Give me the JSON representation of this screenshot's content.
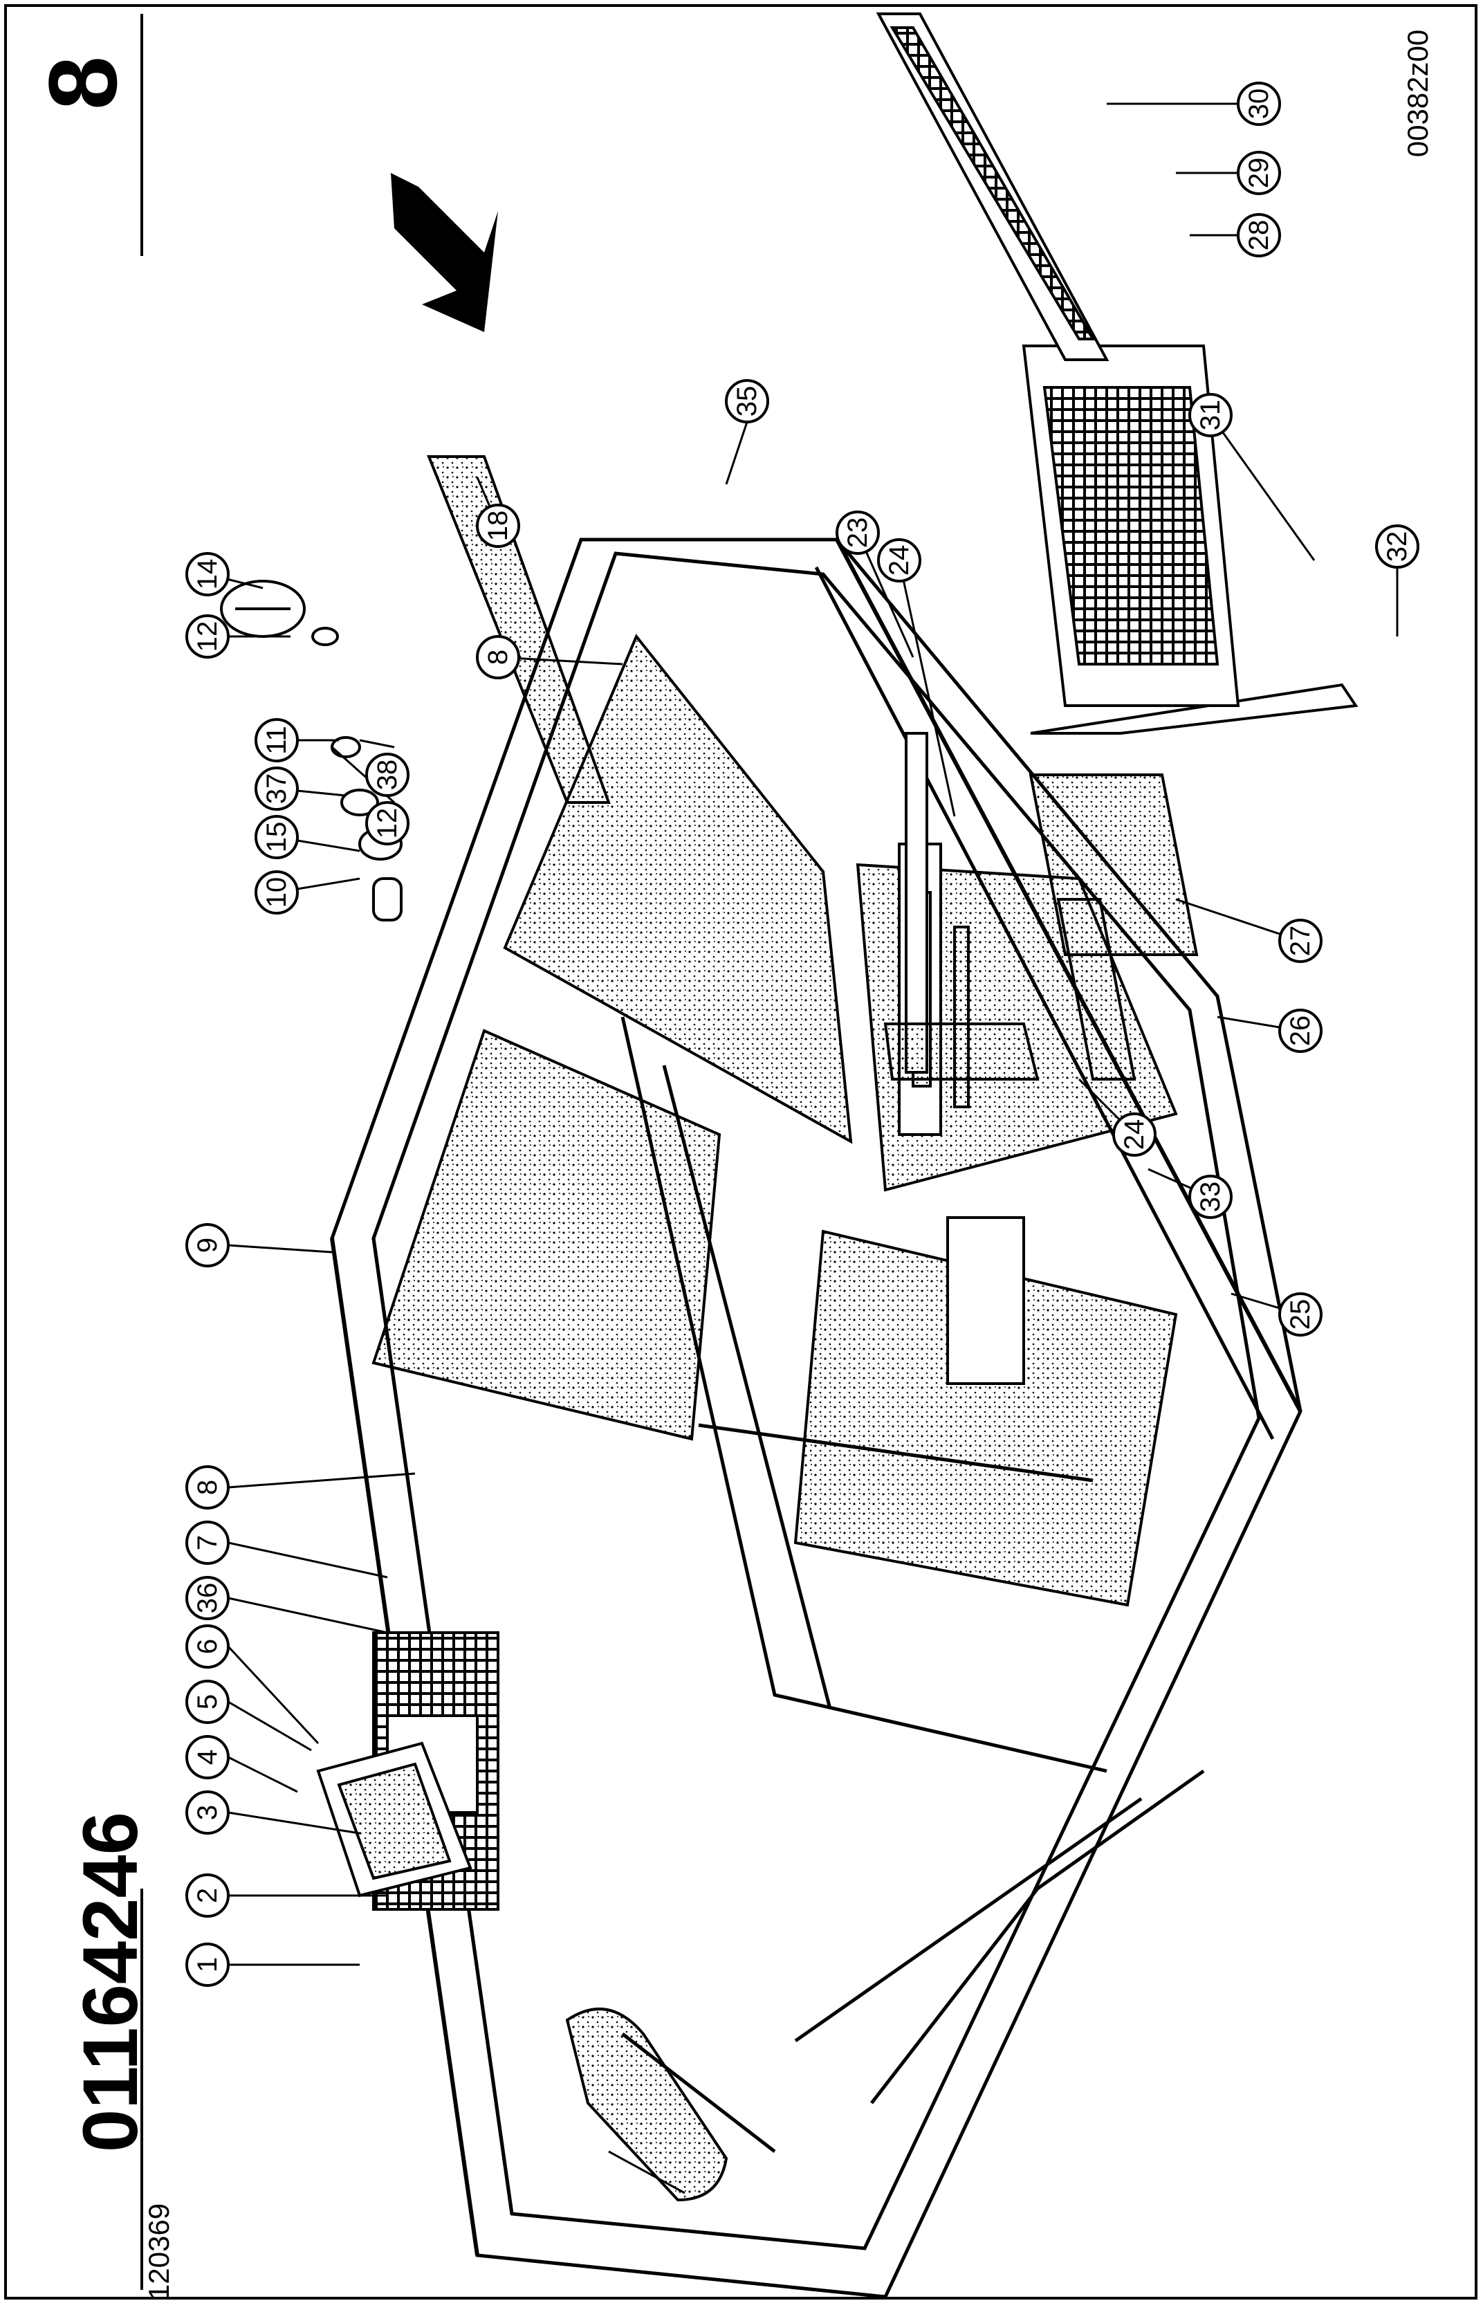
{
  "header": {
    "document_number": "01164246",
    "page_number": "8",
    "reference_code": "00382z00",
    "figure_code": "120369"
  },
  "callouts": [
    "1",
    "2",
    "3",
    "4",
    "5",
    "6",
    "36",
    "7",
    "8",
    "9",
    "10",
    "15",
    "37",
    "11",
    "12",
    "38",
    "14",
    "12",
    "18",
    "8",
    "35",
    "23",
    "24",
    "24",
    "25",
    "33",
    "26",
    "27",
    "31",
    "32",
    "28",
    "29",
    "30"
  ]
}
